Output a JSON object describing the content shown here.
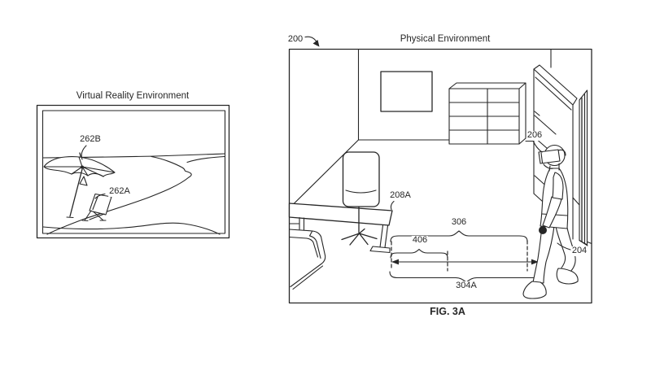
{
  "caption": "FIG. 3A",
  "colors": {
    "ink": "#262626",
    "background": "#ffffff"
  },
  "vr_panel": {
    "title": "Virtual Reality Environment",
    "umbrella_label": "262B",
    "chair_label": "262A"
  },
  "physical_panel": {
    "title": "Physical Environment",
    "room_ref": "200",
    "headset_label": "206",
    "desk_label": "208A",
    "top_span_label": "306",
    "small_span_label": "406",
    "bottom_span_label": "304A",
    "person_label": "204"
  }
}
